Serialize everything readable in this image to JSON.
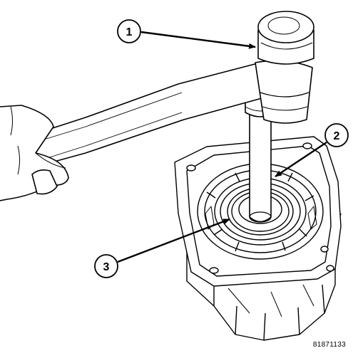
{
  "callouts": [
    {
      "label": "1",
      "target": "hammer-head"
    },
    {
      "label": "2",
      "target": "installer-tool-shaft"
    },
    {
      "label": "3",
      "target": "seal"
    }
  ],
  "figure_id": "81871133",
  "colors": {
    "line": "#000000",
    "background": "#ffffff"
  }
}
